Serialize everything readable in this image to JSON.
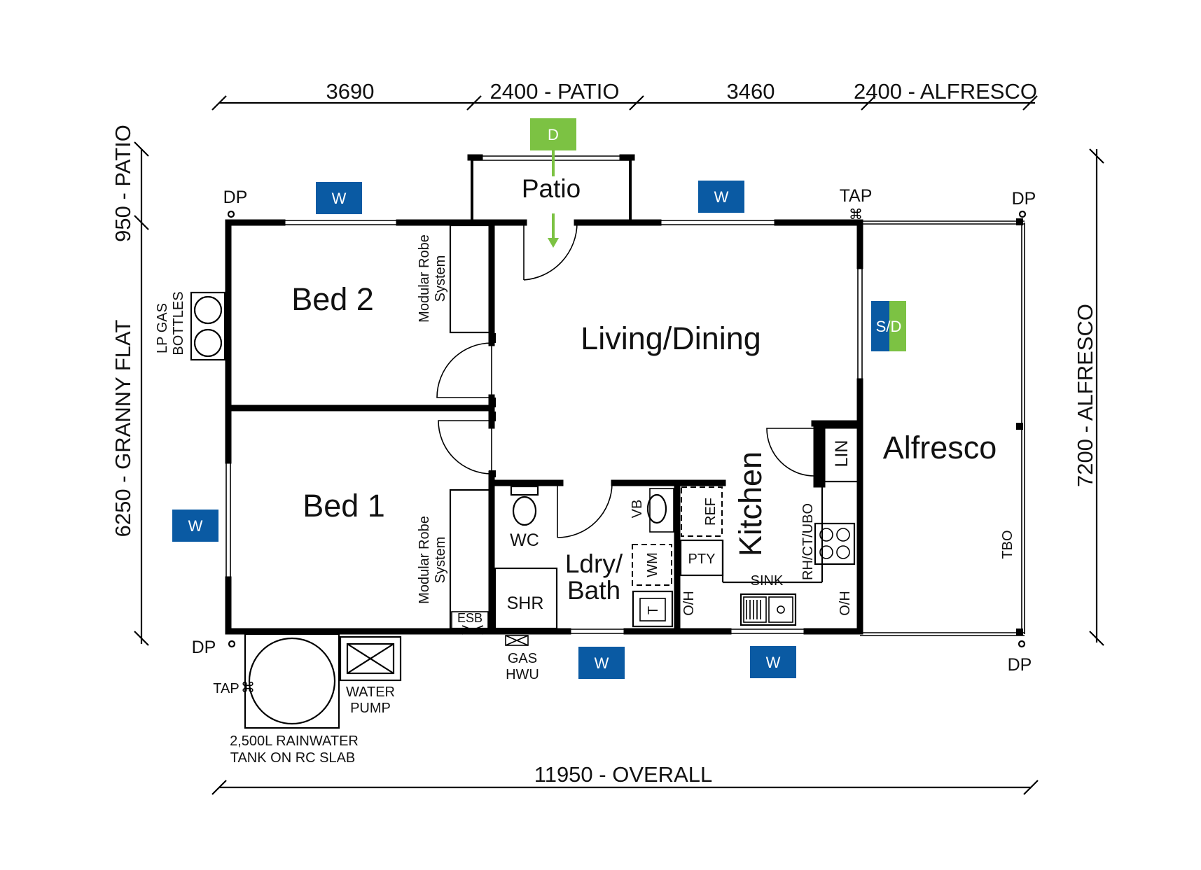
{
  "dimensions": {
    "top": [
      "3690",
      "2400 - PATIO",
      "3460",
      "2400 - ALFRESCO"
    ],
    "left_top": "950 - PATIO",
    "left_main": "6250 - GRANNY FLAT",
    "right": "7200 - ALFRESCO",
    "bottom": "11950 - OVERALL"
  },
  "rooms": {
    "patio": "Patio",
    "bed2": "Bed 2",
    "bed1": "Bed 1",
    "living": "Living/Dining",
    "alfresco": "Alfresco",
    "kitchen": "Kitchen",
    "ldry_line1": "Ldry/",
    "ldry_line2": "Bath",
    "wc": "WC",
    "shr": "SHR"
  },
  "fixtures": {
    "robe_line1": "Modular Robe",
    "robe_line2": "System",
    "lp_line1": "LP GAS",
    "lp_line2": "BOTTLES",
    "esb": "ESB",
    "vb": "VB",
    "ref": "REF",
    "wm": "WM",
    "t": "T",
    "pty": "PTY",
    "lin": "LIN",
    "sink": "SINK",
    "rh": "RH/CT/UBO",
    "oh": "O/H",
    "tbo": "TBO",
    "gas_line1": "GAS",
    "gas_line2": "HWU",
    "pump_line1": "WATER",
    "pump_line2": "PUMP",
    "tank_line1": "2,500L RAINWATER",
    "tank_line2": "TANK ON RC SLAB"
  },
  "markers": {
    "dp": "DP",
    "tap": "TAP",
    "window": "W",
    "door": "D",
    "sliding_door": "S/D"
  },
  "colors": {
    "window_tag": "#0a5aa3",
    "door_tag": "#7cc243",
    "wall": "#000000"
  }
}
